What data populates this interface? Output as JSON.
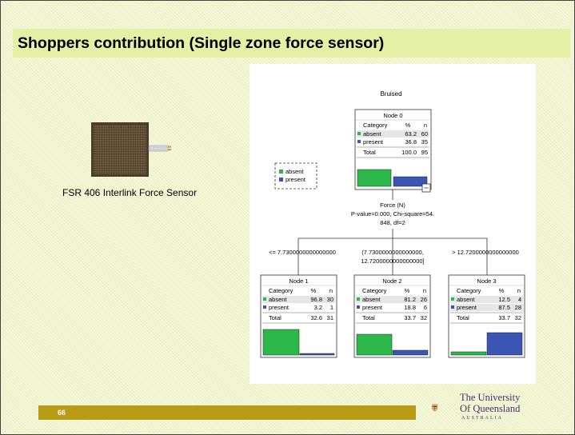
{
  "slide": {
    "title": "Shoppers contribution (Single zone force sensor)",
    "page_number": "66",
    "sensor_caption": "FSR 406 Interlink Force Sensor"
  },
  "colors": {
    "title_bar": "#e3f0a6",
    "footer_bar": "#b99c16",
    "absent": "#2db84a",
    "present": "#3b55b4",
    "uq_purple": "#4b2a72"
  },
  "tree": {
    "title": "Bruised",
    "legend": [
      "absent",
      "present"
    ],
    "split": {
      "label": "Force (N)",
      "stats_line1": "P-value=0.000, Chi-square=54.",
      "stats_line2": "848, df=2"
    },
    "nodes": [
      {
        "id": "Node 0",
        "header": [
          "Category",
          "%",
          "n"
        ],
        "rows": [
          {
            "category": "absent",
            "pct": "63.2",
            "n": "60"
          },
          {
            "category": "present",
            "pct": "36.8",
            "n": "35"
          }
        ],
        "total": {
          "label": "Total",
          "pct": "100.0",
          "n": "95"
        },
        "absent_fraction": 0.632,
        "present_fraction": 0.368
      },
      {
        "id": "Node 1",
        "branch": "<= 7.7300000000000000",
        "header": [
          "Category",
          "%",
          "n"
        ],
        "rows": [
          {
            "category": "absent",
            "pct": "96.8",
            "n": "30"
          },
          {
            "category": "present",
            "pct": "3.2",
            "n": "1"
          }
        ],
        "total": {
          "label": "Total",
          "pct": "32.6",
          "n": "31"
        },
        "absent_fraction": 0.968,
        "present_fraction": 0.032
      },
      {
        "id": "Node 2",
        "branch_line1": "(7.7300000000000000,",
        "branch_line2": "12.7200000000000000]",
        "header": [
          "Category",
          "%",
          "n"
        ],
        "rows": [
          {
            "category": "absent",
            "pct": "81.2",
            "n": "26"
          },
          {
            "category": "present",
            "pct": "18.8",
            "n": "6"
          }
        ],
        "total": {
          "label": "Total",
          "pct": "33.7",
          "n": "32"
        },
        "absent_fraction": 0.812,
        "present_fraction": 0.188
      },
      {
        "id": "Node 3",
        "branch": "> 12.7200000000000000",
        "header": [
          "Category",
          "%",
          "n"
        ],
        "rows": [
          {
            "category": "absent",
            "pct": "12.5",
            "n": "4"
          },
          {
            "category": "present",
            "pct": "87.5",
            "n": "28"
          }
        ],
        "total": {
          "label": "Total",
          "pct": "33.7",
          "n": "32"
        },
        "absent_fraction": 0.125,
        "present_fraction": 0.875
      }
    ]
  },
  "logo": {
    "line1": "The University",
    "line2": "Of Queensland",
    "line3": "AUSTRALIA"
  }
}
